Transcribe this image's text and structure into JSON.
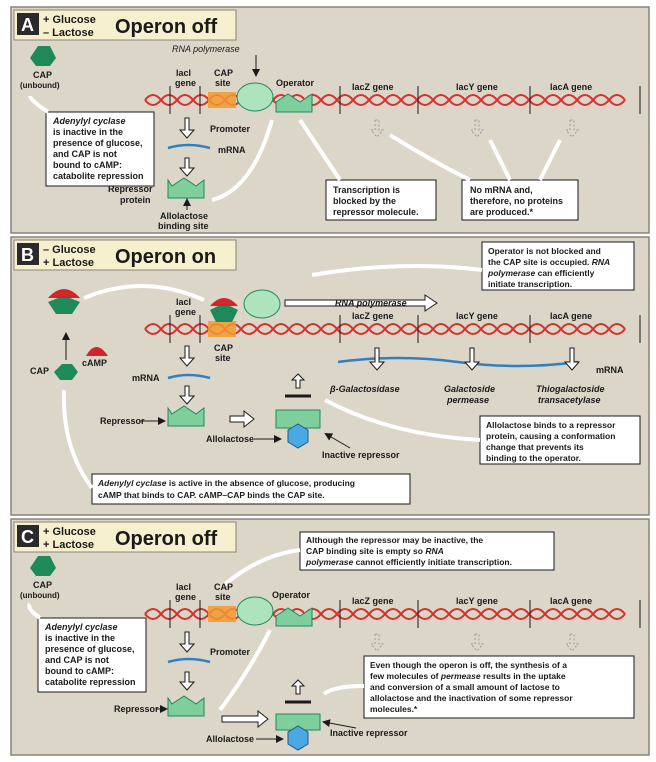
{
  "colors": {
    "panel_bg": "#dcd6c9",
    "panel_border": "#8a8478",
    "title_bg": "#f6f0cf",
    "dna": "#d6312e",
    "orange_site": "#f29a2e",
    "cap_green": "#1e8a5a",
    "repressor_green": "#7fcf9c",
    "camp_red": "#d3262b",
    "mrna_blue": "#2f7fc4",
    "inducer_blue": "#4aa9e0",
    "polymerase_green": "#aee4bd"
  },
  "panelA": {
    "letter": "A",
    "cond1": "+ Glucose",
    "cond2": "– Lactose",
    "title": "Operon off",
    "cap_label": "CAP",
    "cap_state": "(unbound)",
    "rnapol_label": "RNA polymerase",
    "laci_l1": "lacI",
    "laci_l2": "gene",
    "capsite_l1": "CAP",
    "capsite_l2": "site",
    "operator": "Operator",
    "lacz": "lacZ gene",
    "lacy": "lacY gene",
    "laca": "lacA gene",
    "promoter": "Promoter",
    "mrna": "mRNA",
    "repressor_l1": "Repressor",
    "repressor_l2": "protein",
    "allolactose_l1": "Allolactose",
    "allolactose_l2": "binding site",
    "box_cap_l1": "Adenylyl cyclase",
    "box_cap_l2": "is inactive in the",
    "box_cap_l3": "presence of glucose,",
    "box_cap_l4": "and CAP is not",
    "box_cap_l5": "bound to cAMP:",
    "box_cap_l6": "catabolite repression",
    "box_block_l1": "Transcription is",
    "box_block_l2": "blocked by the",
    "box_block_l3": "repressor molecule.",
    "box_nomrna_l1": "No mRNA and,",
    "box_nomrna_l2": "therefore, no proteins",
    "box_nomrna_l3": "are produced.*"
  },
  "panelB": {
    "letter": "B",
    "cond1": "– Glucose",
    "cond2": "+ Lactose",
    "title": "Operon on",
    "box_top_l1": "Operator is not blocked and",
    "box_top_l2": "the CAP site is occupied.",
    "box_top_l2b": "RNA",
    "box_top_l3": "polymerase",
    "box_top_l3b": "can efficiently",
    "box_top_l4": "initiate transcription.",
    "rnapol_label": "RNA polymerase",
    "laci_l1": "lacI",
    "laci_l2": "gene",
    "capsite_l1": "CAP",
    "capsite_l2": "site",
    "lacz": "lacZ gene",
    "lacy": "lacY gene",
    "laca": "lacA gene",
    "camp": "cAMP",
    "cap": "CAP",
    "mrna_left": "mRNA",
    "mrna_right": "mRNA",
    "gal": "β-Galactosidase",
    "perm_l1": "Galactoside",
    "perm_l2": "permease",
    "trans_l1": "Thiogalactoside",
    "trans_l2": "transacetylase",
    "repressor": "Repressor",
    "allolactose": "Allolactose",
    "inactive": "Inactive repressor",
    "box_allo_l1": "Allolactose binds to a repressor",
    "box_allo_l2": "protein, causing a conformation",
    "box_allo_l3": "change that prevents its",
    "box_allo_l4": "binding to the operator.",
    "box_ac_l1a": "Adenylyl cyclase",
    "box_ac_l1b": "is active in the absence of glucose, producing",
    "box_ac_l2": "cAMP that binds to CAP. cAMP–CAP binds the CAP site."
  },
  "panelC": {
    "letter": "C",
    "cond1": "+ Glucose",
    "cond2": "+ Lactose",
    "title": "Operon off",
    "box_top_l1": "Although the repressor may be inactive, the",
    "box_top_l2a": "CAP binding site is empty so",
    "box_top_l2b": "RNA",
    "box_top_l3a": "polymerase",
    "box_top_l3b": "cannot efficiently initiate transcription.",
    "cap_label": "CAP",
    "cap_state": "(unbound)",
    "laci_l1": "lacI",
    "laci_l2": "gene",
    "capsite_l1": "CAP",
    "capsite_l2": "site",
    "operator": "Operator",
    "lacz": "lacZ gene",
    "lacy": "lacY gene",
    "laca": "lacA gene",
    "promoter": "Promoter",
    "repressor": "Repressor",
    "allolactose": "Allolactose",
    "inactive": "Inactive repressor",
    "box_cap_l1": "Adenylyl cyclase",
    "box_cap_l2": "is inactive in the",
    "box_cap_l3": "presence of glucose,",
    "box_cap_l4": "and CAP is not",
    "box_cap_l5": "bound to cAMP:",
    "box_cap_l6": "catabolite repression",
    "box_perm_l1": "Even though the operon is off, the synthesis of a",
    "box_perm_l2a": "few molecules of",
    "box_perm_l2b": "permease",
    "box_perm_l2c": "results in the uptake",
    "box_perm_l3": "and conversion of a small amount of lactose to",
    "box_perm_l4": "allolactose and the inactivation of some repressor",
    "box_perm_l5": "molecules.*"
  }
}
